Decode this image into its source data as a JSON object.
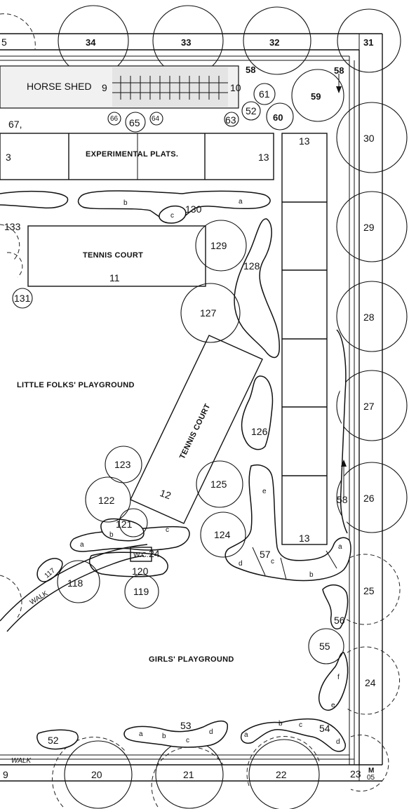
{
  "areas": {
    "horse_shed": "HORSE SHED",
    "experimental_plats": "EXPERIMENTAL PLATS.",
    "tennis_court_top": "TENNIS COURT",
    "tennis_court_diag": "TENNIS COURT",
    "little_folks": "LITTLE FOLKS' PLAYGROUND",
    "girls_playground": "GIRLS' PLAYGROUND",
    "walk_left": "WALK",
    "walk_bottom": "WALK",
    "wc": "W.C."
  },
  "labels": {
    "n5": "5",
    "n34": "34",
    "n33": "33",
    "n32": "32",
    "n31": "31",
    "n30": "30",
    "n29": "29",
    "n28": "28",
    "n27": "27",
    "n26": "26",
    "n25": "25",
    "n24": "24",
    "n23": "23",
    "n22": "22",
    "n21": "21",
    "n20": "20",
    "n19": "9",
    "m_top": "M",
    "m_bot": "05",
    "n9": "9",
    "n10": "10",
    "n58a": "58",
    "n58b": "58",
    "n58c": "58",
    "n59": "59",
    "n60": "60",
    "n61": "61",
    "n52a": "52",
    "n63": "63",
    "n64": "64",
    "n65": "65",
    "n66": "66",
    "n67": "67,",
    "n3": "3",
    "n13a": "13",
    "n13b": "13",
    "n13c": "13",
    "n130": "130",
    "n133": "133",
    "n129": "129",
    "n128": "128",
    "n11": "11",
    "n131": "131",
    "n127": "127",
    "n126": "126",
    "n12": "12",
    "n123": "123",
    "n122": "122",
    "n125": "125",
    "n124": "124",
    "n121": "121",
    "n120": "120",
    "n119": "119",
    "n118": "118",
    "n117": "117",
    "n57": "57",
    "n56": "56",
    "n55": "55",
    "n54": "54",
    "n53": "53",
    "n52b": "52",
    "n_wc24": "24",
    "a": "a",
    "b": "b",
    "c": "c",
    "d": "d",
    "e": "e",
    "f": "f"
  }
}
